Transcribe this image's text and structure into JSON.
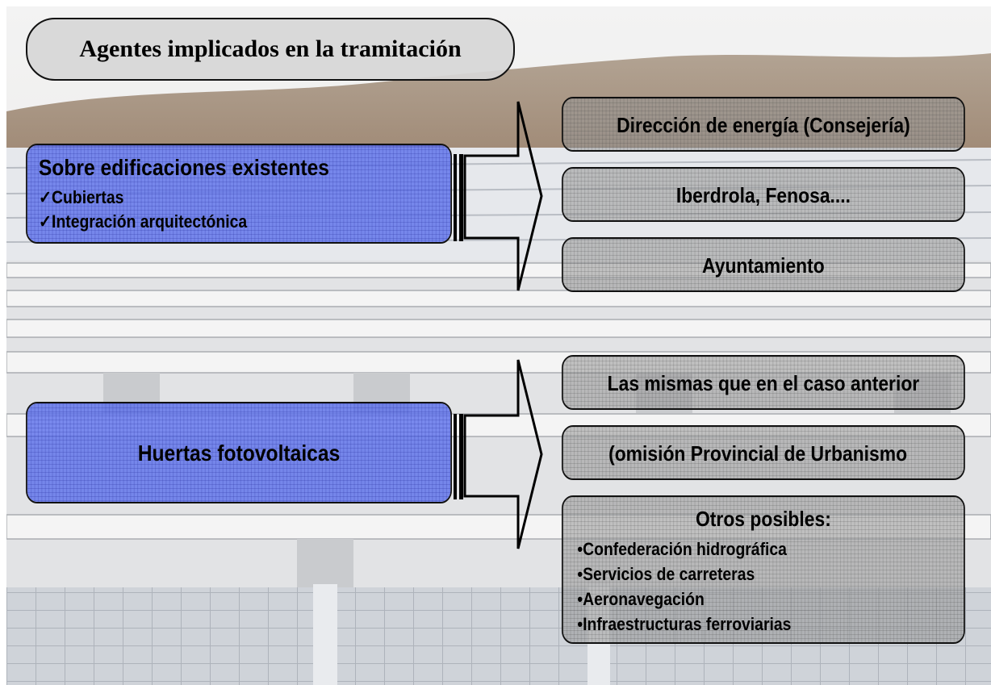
{
  "title": "Agentes implicados en la tramitación",
  "existing_buildings": {
    "heading": "Sobre edificaciones existentes",
    "items": [
      "✓Cubiertas",
      "✓Integración arquitectónica"
    ]
  },
  "solar_farms": {
    "heading": "Huertas fotovoltaicas"
  },
  "agents_existing": [
    "Dirección de energía (Consejería)",
    "Iberdrola, Fenosa....",
    "Ayuntamiento"
  ],
  "agents_farms": [
    "Las mismas que en el caso anterior",
    "(omisión Provincial de Urbanismo"
  ],
  "others": {
    "heading": "Otros posibles:",
    "items": [
      "•Confederación hidrográfica",
      "•Servicios de carreteras",
      "•Aeronavegación",
      "•Infraestructuras ferroviarias"
    ]
  },
  "colors": {
    "blue_box": "#5a6eeb",
    "grey_box": "#969696",
    "border": "#111111"
  }
}
